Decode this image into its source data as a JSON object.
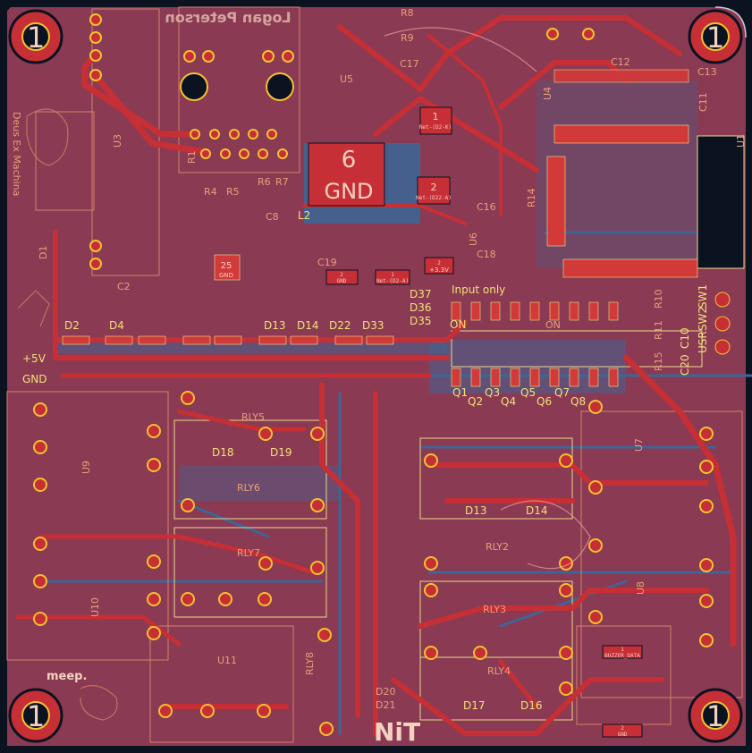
{
  "board": {
    "author": "Logan Peterson",
    "motto": "Deus Ex Machina",
    "doodle_text": "meep.",
    "logo_text": "NiT",
    "mounting_hole_label": "1",
    "colors": {
      "board": "#8a3a52",
      "front_copper": "#c62f35",
      "back_copper": "#3f6596",
      "silkscreen": "#f3e07a",
      "edge": "#0b1220"
    }
  },
  "pads": {
    "gnd_big_num": "6",
    "gnd_big_net": "GND",
    "mcu_gnd_num": "25",
    "mcu_gnd_net": "GND",
    "reg_pin1_num": "1",
    "reg_pin1_net": "Net-(D2-K)",
    "reg_pin2_num": "2",
    "reg_pin2_net": "Net-(D22-A)",
    "v33_num": "2",
    "v33_net": "+3.3V",
    "buzzer_num": "1",
    "buzzer_net": "BUZZER_DATA",
    "buzzer_gnd_num": "2",
    "buzzer_gnd_net": "GND",
    "c19_net": "GND",
    "c19_num": "2",
    "d2a_num": "1",
    "d2a_net": "Net-(D2-A)"
  },
  "power_labels": {
    "v5": "+5V",
    "gnd": "GND"
  },
  "notes": {
    "input_only": "Input only",
    "on1": "ON",
    "on2": "ON",
    "usr": "USR"
  },
  "refs": {
    "U1": "U1",
    "U3": "U3",
    "U4": "U4",
    "U5": "U5",
    "U6": "U6",
    "U7": "U7",
    "U8": "U8",
    "U9": "U9",
    "U10": "U10",
    "U11": "U11",
    "RLY2": "RLY2",
    "RLY3": "RLY3",
    "RLY4": "RLY4",
    "RLY5": "RLY5",
    "RLY6": "RLY6",
    "RLY7": "RLY7",
    "RLY8": "RLY8",
    "D1": "D1",
    "D2": "D2",
    "D4": "D4",
    "D13": "D13",
    "D14": "D14",
    "D16": "D16",
    "D17": "D17",
    "D18": "D18",
    "D19": "D19",
    "D20": "D20",
    "D21": "D21",
    "D22": "D22",
    "D33": "D33",
    "D35": "D35",
    "D36": "D36",
    "D37": "D37",
    "Q1": "Q1",
    "Q2": "Q2",
    "Q3": "Q3",
    "Q4": "Q4",
    "Q5": "Q5",
    "Q6": "Q6",
    "Q7": "Q7",
    "Q8": "Q8",
    "C2": "C2",
    "C8": "C8",
    "C11": "C11",
    "C12": "C12",
    "C13": "C13",
    "C16": "C16",
    "C17": "C17",
    "C18": "C18",
    "C19": "C19",
    "C10": "C10",
    "C20": "C20",
    "R1": "R1",
    "R4": "R4",
    "R5": "R5",
    "R6": "R6",
    "R7": "R7",
    "R8": "R8",
    "R9": "R9",
    "R10": "R10",
    "R11": "R11",
    "R14": "R14",
    "R15": "R15",
    "L2": "L2",
    "SW1": "SW1",
    "SW2": "SW2"
  }
}
